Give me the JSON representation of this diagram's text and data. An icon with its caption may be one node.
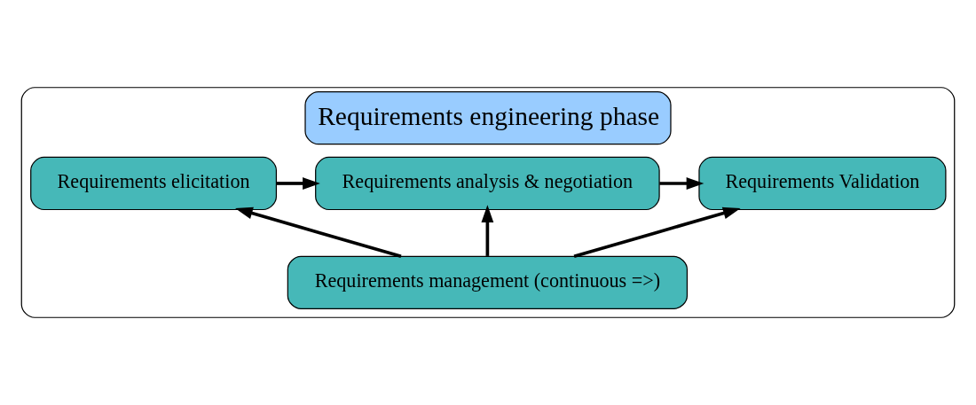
{
  "diagram": {
    "nodes": [
      {
        "text": [
          "Requirements engineering phase"
        ]
      },
      {
        "text": [
          "Requirements elicitation"
        ],
        "in": 0
      },
      {
        "text": [
          "Requirements analysis & negotiation"
        ],
        "in": 0
      },
      {
        "text": [
          "Requirements Validation"
        ],
        "in": 0
      },
      {
        "text": [
          "Requirements management (continuous =>)"
        ],
        "in": 0
      }
    ],
    "edges": [
      {
        "from": 1,
        "to": 2,
        "arrow": "to"
      },
      {
        "from": 2,
        "to": 3,
        "arrow": "to"
      },
      {
        "from": 4,
        "to": 1,
        "arrow": "to"
      },
      {
        "from": 4,
        "to": 2,
        "arrow": "to"
      },
      {
        "from": 4,
        "to": 3,
        "arrow": "to"
      }
    ]
  }
}
